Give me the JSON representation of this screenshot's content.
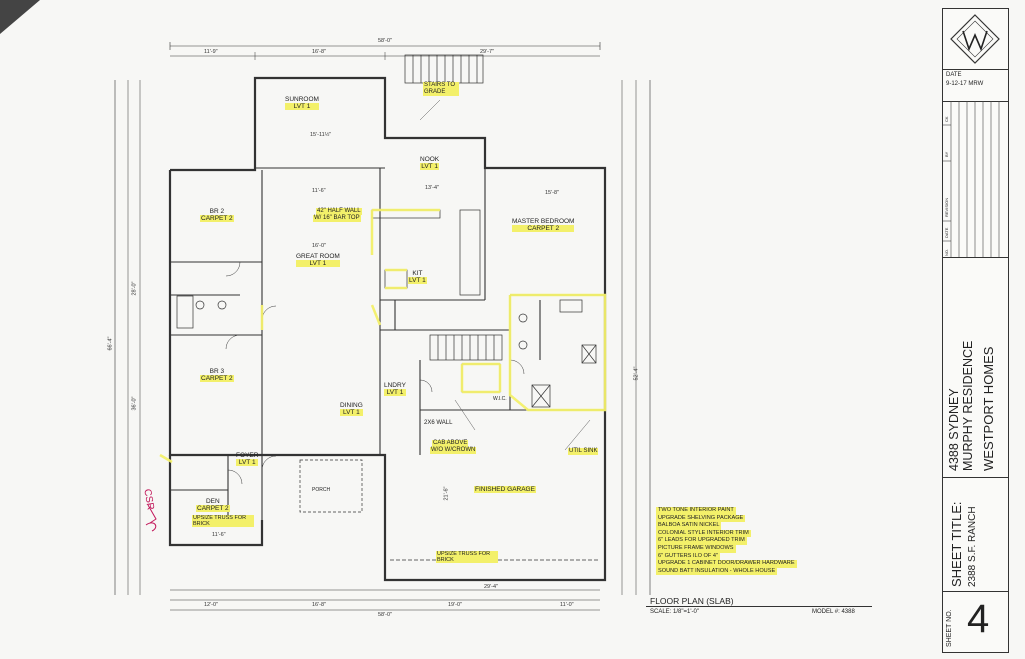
{
  "rooms": {
    "sunroom": {
      "name": "SUNROOM",
      "floor": "LVT 1",
      "dim": "15'-11½\""
    },
    "nook": {
      "name": "NOOK",
      "floor": "LVT 1"
    },
    "master": {
      "name": "MASTER BEDROOM",
      "floor": "CARPET 2",
      "dim": "15'-8\""
    },
    "br2": {
      "name": "BR 2",
      "floor": "CARPET 2"
    },
    "br3": {
      "name": "BR 3",
      "floor": "CARPET 2"
    },
    "great": {
      "name": "GREAT ROOM",
      "floor": "LVT 1"
    },
    "dining": {
      "name": "DINING",
      "floor": "LVT 1"
    },
    "kit": {
      "name": "KIT",
      "floor": "LVT 1"
    },
    "lndry": {
      "name": "LNDRY",
      "floor": "LVT 1"
    },
    "foyer": {
      "name": "FOYER",
      "floor": "LVT 1"
    },
    "den": {
      "name": "DEN",
      "floor": "CARPET 2"
    },
    "garage": {
      "name": "FINISHED GARAGE"
    },
    "porch": {
      "name": "PORCH"
    },
    "wic": {
      "name": "W.I.C."
    },
    "util": {
      "name": "UTIL SINK"
    }
  },
  "callouts": {
    "stairs": "STAIRS TO GRADE",
    "halfwall": "42\" HALF WALL",
    "bartop": "W/ 16\" BAR TOP",
    "wall2x6": "2X6 WALL",
    "cab": "CAB ABOVE",
    "crown": "W/O W/CROWN",
    "truss_den": "UPSIZE TRUSS FOR BRICK",
    "truss_garage": "UPSIZE TRUSS FOR BRICK",
    "handwritten": "CSR"
  },
  "dims": {
    "overall_top": "58'-0\"",
    "overall_bottom": "58'-0\"",
    "d1": "11'-9\"",
    "d2": "16'-8\"",
    "d3": "29'-7\"",
    "d4": "11'-6\"",
    "d5": "16'-0\"",
    "d6": "13'-4\"",
    "d7": "29'-4\"",
    "d8": "21'-6\"",
    "d9": "11'-6\"",
    "d10": "12'-0\"",
    "d11": "16'-8\"",
    "d12": "19'-0\"",
    "d13": "11'-0\"",
    "d14": "66'-4\"",
    "d15": "28'-0\"",
    "d16": "36'-0\"",
    "d17": "52'-4\""
  },
  "notes": [
    "TWO TONE INTERIOR PAINT",
    "UPGRADE SHELVING PACKAGE",
    "BALBOA SATIN NICKEL",
    "COLONIAL STYLE INTERIOR TRIM",
    "6\" LEADS FOR UPGRADED TRIM",
    "PICTURE FRAME WINDOWS",
    "6\" GUTTERS ILO OF 4\"",
    "UPGRADE 1 CABINET DOOR/DRAWER HARDWARE",
    "SOUND BATT INSULATION - WHOLE HOUSE"
  ],
  "plan": {
    "title": "FLOOR PLAN (SLAB)",
    "scale": "SCALE: 1/8\"=1'-0\"",
    "model": "MODEL #:  4388"
  },
  "titleblock": {
    "date_label": "DATE",
    "date_value": "9-12-17 MRW",
    "rev_headers": [
      "NO.",
      "DATE",
      "REVISION",
      "BY",
      "CK"
    ],
    "project_line1": "4388 SYDNEY",
    "project_line2": "MURPHY RESIDENCE",
    "builder": "WESTPORT HOMES",
    "sheet_title_label": "SHEET TITLE:",
    "sheet_title_value": "2388 S.F. RANCH",
    "sheet_no_label": "SHEET NO.",
    "sheet_no": "4"
  },
  "colors": {
    "highlight": "#f3f06a",
    "ink": "#222222",
    "paper": "#f7f7f5",
    "pen": "#c2185b"
  }
}
